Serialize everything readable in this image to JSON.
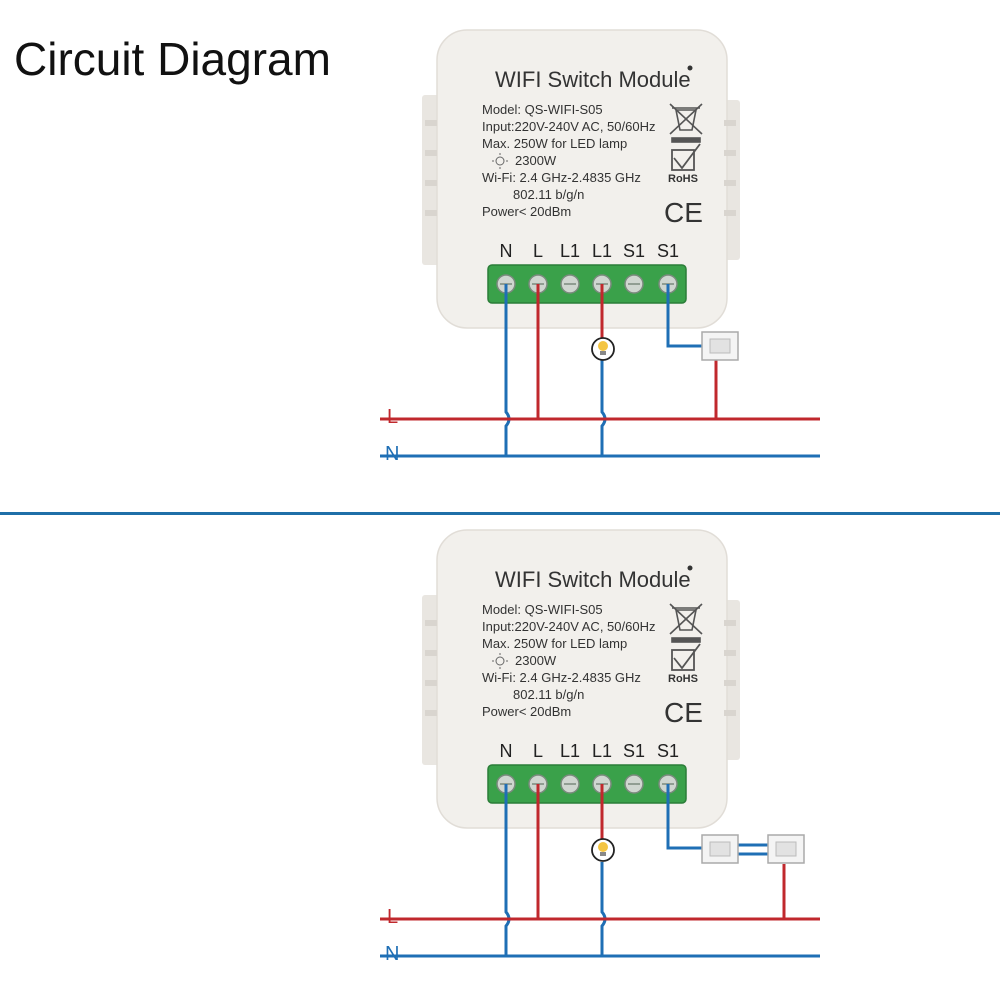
{
  "page": {
    "title": "Circuit Diagram"
  },
  "module": {
    "name": "WIFI Switch Module",
    "spec_lines": [
      "Model: QS-WIFI-S05",
      "Input:220V-240V AC, 50/60Hz",
      "Max. 250W for LED lamp",
      "2300W",
      "Wi-Fi: 2.4 GHz-2.4835 GHz",
      "802.11 b/g/n",
      "Power< 20dBm"
    ],
    "terminals": [
      "N",
      "L",
      "L1",
      "L1",
      "S1",
      "S1"
    ],
    "rohs": "RoHS",
    "ce": "CE"
  },
  "lines": {
    "live": "L",
    "neutral": "N"
  },
  "colors": {
    "live": "#c0282d",
    "neutral": "#1f6fb5",
    "divider": "#1f6fa8",
    "terminal_block": "#3aa14a"
  },
  "diagrams": [
    {
      "switch_count": 1
    },
    {
      "switch_count": 2
    }
  ]
}
